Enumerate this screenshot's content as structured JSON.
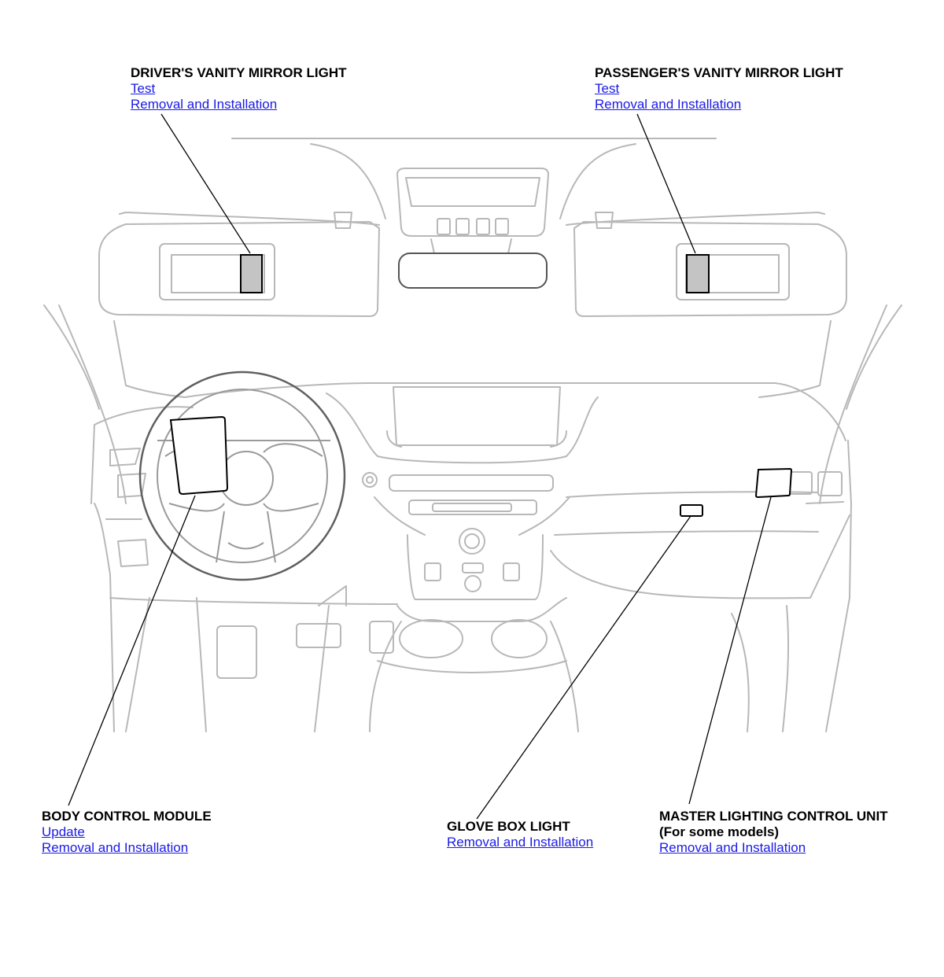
{
  "colors": {
    "link": "#1a1ae6",
    "outline": "#b8b8b8",
    "highlight_fill": "#c4c4c4",
    "leader": "#000000"
  },
  "callouts": {
    "drivers_mirror": {
      "title": "DRIVER'S VANITY MIRROR LIGHT",
      "links": [
        "Test",
        "Removal and Installation"
      ]
    },
    "passengers_mirror": {
      "title": "PASSENGER'S VANITY MIRROR LIGHT",
      "links": [
        "Test",
        "Removal and Installation"
      ]
    },
    "body_control_module": {
      "title": "BODY CONTROL MODULE",
      "links": [
        "Update",
        "Removal and Installation"
      ]
    },
    "glove_box_light": {
      "title": "GLOVE BOX LIGHT",
      "links": [
        "Removal and Installation"
      ]
    },
    "master_lighting": {
      "title": "MASTER LIGHTING CONTROL UNIT",
      "subtitle": "(For some models)",
      "links": [
        "Removal and Installation"
      ]
    }
  }
}
